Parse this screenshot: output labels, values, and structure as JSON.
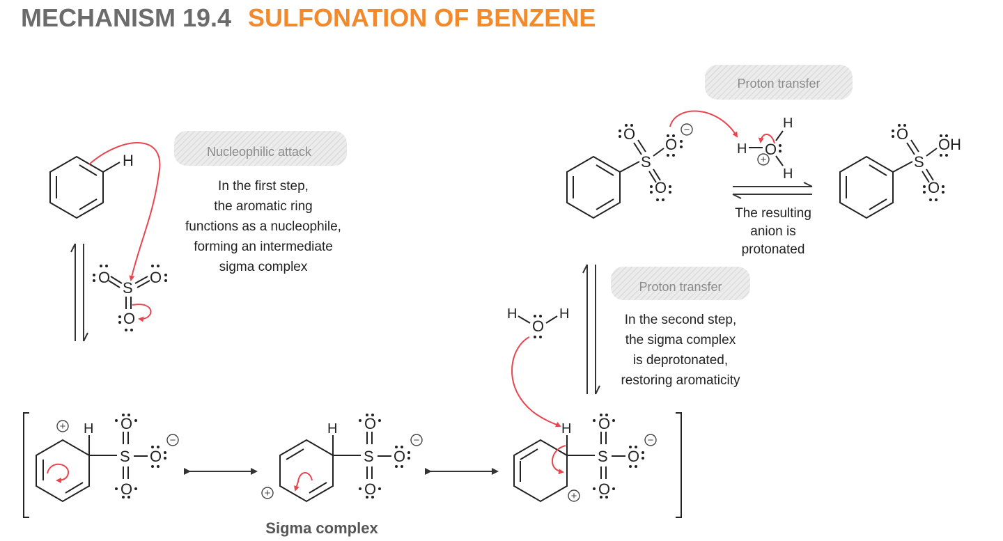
{
  "title": {
    "number": "MECHANISM 19.4",
    "name": "SULFONATION OF BENZENE"
  },
  "steps": {
    "nucleophilic_attack": {
      "tag": "Nucleophilic attack",
      "description": [
        "In the first step,",
        "the aromatic ring",
        "functions as a nucleophile,",
        "forming an intermediate",
        "sigma complex"
      ]
    },
    "proton_transfer_1": {
      "tag": "Proton transfer",
      "description": [
        "In the second step,",
        "the sigma complex",
        "is deprotonated,",
        "restoring aromaticity"
      ]
    },
    "proton_transfer_2": {
      "tag": "Proton transfer",
      "description": [
        "The resulting",
        "anion is",
        "protonated"
      ]
    }
  },
  "sigma_complex_label": "Sigma complex",
  "atoms": {
    "H": "H",
    "O": "O",
    "S": "S",
    "OH": "OH",
    "plus": "+",
    "minus": "−"
  },
  "colors": {
    "title_gray": "#6b6b6b",
    "title_orange": "#f08a2c",
    "curly_arrow": "#e8454f",
    "tag_bg": "#e6e6e6"
  }
}
